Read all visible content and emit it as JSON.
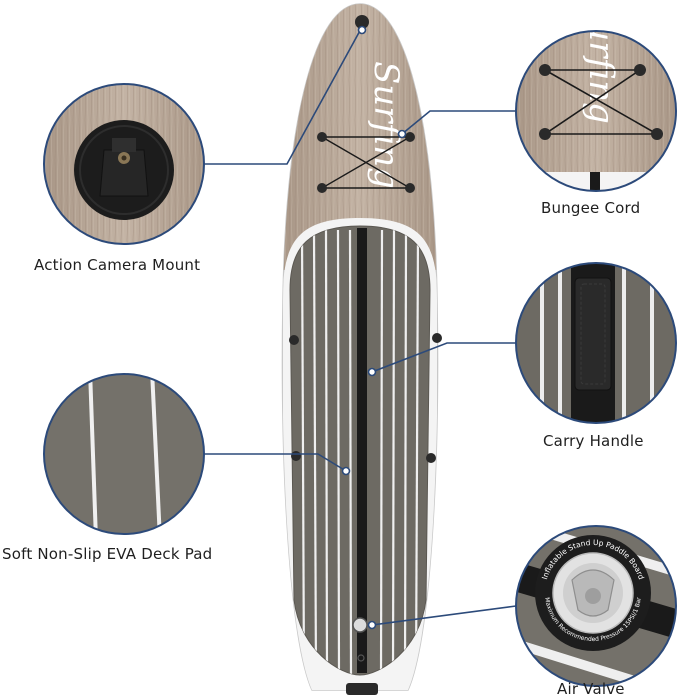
{
  "brand_script": "Surfing",
  "colors": {
    "wood": "#b9a899",
    "deck": "#6d6a63",
    "rail": "#eeeeee",
    "leader": "#2c4a7a",
    "stripe": "#1a1a1a"
  },
  "callouts": [
    {
      "id": "camera",
      "label": "Action Camera Mount",
      "icon": "camera-mount-icon"
    },
    {
      "id": "bungee",
      "label": "Bungee Cord",
      "icon": "bungee-cord-icon"
    },
    {
      "id": "carry",
      "label": "Carry Handle",
      "icon": "carry-handle-icon"
    },
    {
      "id": "deck",
      "label": "Soft Non-Slip EVA Deck Pad",
      "icon": "deck-pad-icon"
    },
    {
      "id": "valve",
      "label": "Air Valve",
      "icon": "air-valve-icon"
    }
  ],
  "valve_text": {
    "ring_top": "Inflatable Stand Up Paddle Board",
    "ring_bottom": "Maximum Recommended Pressure 15PSI/1 Bar"
  }
}
